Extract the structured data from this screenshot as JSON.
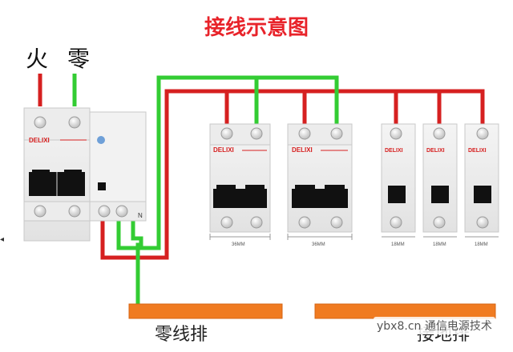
{
  "title": "接线示意图",
  "labels": {
    "fire": "火",
    "zero": "零",
    "neutral_bus": "零线排",
    "ground_bus": "接地排"
  },
  "breakers": {
    "brand": "DELIXI",
    "main_neutral_mark": "N",
    "width_36": "36MM",
    "width_18": "18MM"
  },
  "colors": {
    "live_wire": "#d62020",
    "neutral_wire": "#33cc33",
    "bus_bar": "#f07b21",
    "title": "#e8232a"
  },
  "watermark": "ybx8.cn 通信电源技术",
  "side_arrow": "◂"
}
